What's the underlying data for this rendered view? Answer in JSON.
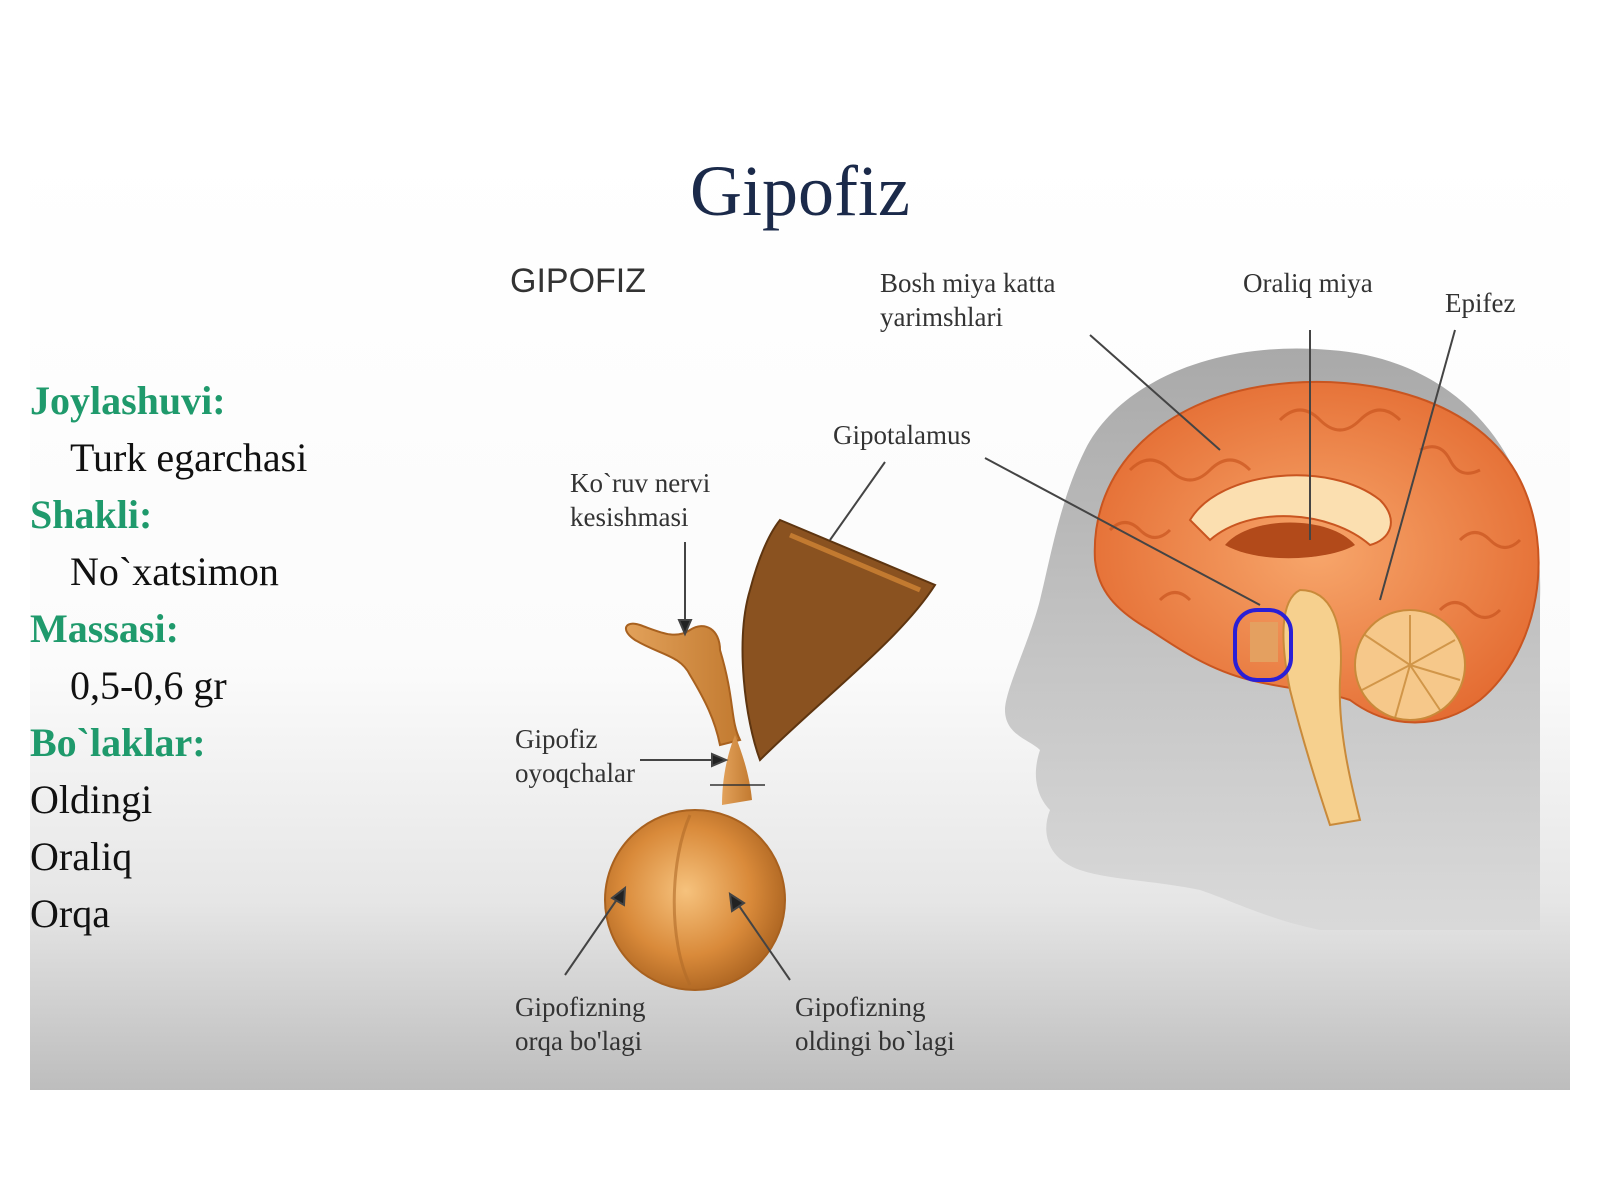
{
  "title": "Gipofiz",
  "subtitle": "GIPOFIZ",
  "info": {
    "location_heading": "Joylashuvi:",
    "location_value": "Turk egarchasi",
    "shape_heading": "Shakli:",
    "shape_value": "No`xatsimon",
    "mass_heading": "Massasi:",
    "mass_value": "0,5-0,6 gr",
    "lobes_heading": "Bo`laklar:",
    "lobes": [
      "Oldingi",
      "Oraliq",
      "Orqa"
    ]
  },
  "labels": {
    "optic_chiasm": [
      "Ko`ruv nervi",
      "kesishmasi"
    ],
    "stalk": [
      "Gipofiz",
      "oyoqchalar"
    ],
    "posterior_lobe": [
      "Gipofizning",
      "orqa bo'lagi"
    ],
    "anterior_lobe": [
      "Gipofizning",
      "oldingi bo`lagi"
    ],
    "hypothalamus": "Gipotalamus",
    "cerebral_hemispheres": [
      "Bosh miya katta",
      "yarimshlari"
    ],
    "diencephalon": "Oraliq miya",
    "epiphysis": "Epifez"
  },
  "colors": {
    "title": "#1b2a4a",
    "heading": "#1f9a6c",
    "brain": "#f08a4b",
    "gland": "#d98a3a",
    "highlight": "#2a1fd6"
  }
}
